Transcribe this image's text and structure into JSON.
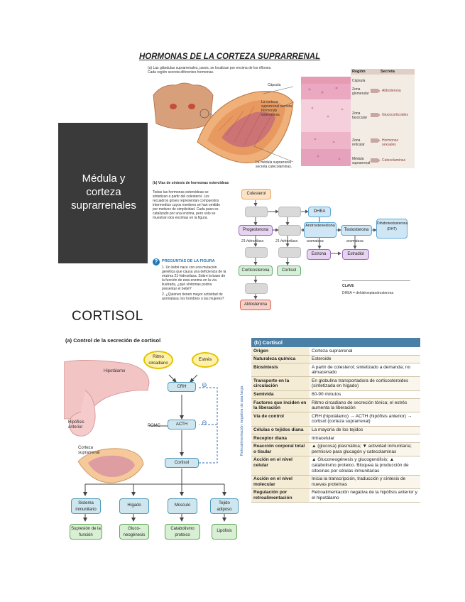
{
  "page_title": "HORMONAS DE LA CORTEZA SUPRARRENAL",
  "dark_box_text": "Médula y corteza suprarrenales",
  "section_heading": "CORTISOL",
  "fig_a_top": {
    "caption": "(a) Las glándulas suprarrenales, pares, se localizan por encima de los riñones. Cada región secreta diferentes hormonas.",
    "label_capsula": "Cápsula",
    "label_corteza": "La corteza suprarrenal secreta hormonas esteroideas.",
    "label_medula": "La médula suprarrenal secreta catecolaminas.",
    "table_headers": [
      "Región",
      "Secreta"
    ],
    "regions": [
      {
        "region": "Cápsula",
        "secreta": ""
      },
      {
        "region": "Zona glomerular",
        "secreta": "Aldosterona"
      },
      {
        "region": "Zona fascicular",
        "secreta": "Glucocorticoides"
      },
      {
        "region": "Zona reticular",
        "secreta": "Hormonas sexuales"
      },
      {
        "region": "Médula suprarrenal",
        "secreta": "Catecolaminas"
      }
    ]
  },
  "fig_b_top": {
    "caption": "(b) Vías de síntesis de hormonas esteroideas",
    "note": "Todas las hormonas esteroideas se sintetizan a partir del colesterol. Los recuadros grises representan compuestos intermedios cuyos nombres se han omitido por motivos de simplicidad. Cada paso es catalizado por una enzima, pero solo se muestran dos enzimas en la figura.",
    "nodes": {
      "colesterol": "Colesterol",
      "dhea": "DHEA",
      "progesterona": "Progesterona",
      "androstenediona": "Androstenediona",
      "testosterona": "Testosterona",
      "dht": "Dihidrotestosterona (DHT)",
      "estrona": "Estrona",
      "estradiol": "Estradiol",
      "corticosterona": "Corticosterona",
      "cortisol": "Cortisol",
      "aldosterona": "Aldosterona"
    },
    "enzymes": {
      "h21a": "21-hidroxilasa",
      "h21b": "21-hidroxilasa",
      "aromatasa1": "aromatasa",
      "aromatasa2": "aromatasa"
    },
    "key_label": "CLAVE",
    "key_text": "DHEA = dehidroepiandrosterona"
  },
  "questions": {
    "title": "PREGUNTAS DE LA FIGURA",
    "q1": "1. Un bebé nace con una mutación genética que causa una deficiencia de la enzima 21-hidroxilasa. Sobre la base de la función de esta enzima en la vía ilustrada, ¿qué síntomas podría presentar el bebé?",
    "q2": "2. ¿Quiénes tienen mayor actividad de aromatasa: los hombres o las mujeres?"
  },
  "fig_a_bottom": {
    "caption": "(a) Control de la secreción de cortisol",
    "ritmo": "Ritmo circadiano",
    "estres": "Estrés",
    "hipotalamo": "Hipotálamo",
    "hipofisis": "Hipófisis anterior",
    "pomc": "POMC",
    "corteza": "Corteza suprarrenal",
    "crh": "CRH",
    "acth": "ACTH",
    "cortisol": "Cortisol",
    "feedback": "Retroalimentación negativa de asa larga",
    "minus": "⊖",
    "targets": [
      "Sistema inmunitario",
      "Hígado",
      "Músculo",
      "Tejido adiposo"
    ],
    "effects": [
      "Supresión de la función",
      "Gluco-neogénesis",
      "Catabolismo proteico",
      "Lipólisis"
    ]
  },
  "table_b": {
    "title": "(b) Cortisol",
    "rows": [
      {
        "k": "Origen",
        "v": "Corteza suprarrenal"
      },
      {
        "k": "Naturaleza química",
        "v": "Esteroide"
      },
      {
        "k": "Biosíntesis",
        "v": "A partir de colesterol; sintetizado a demanda; no almacenado"
      },
      {
        "k": "Transporte en la circulación",
        "v": "En globulina transportadora de corticosteroides (sintetizada en hígado)"
      },
      {
        "k": "Semivida",
        "v": "60-90 minutos"
      },
      {
        "k": "Factores que inciden en la liberación",
        "v": "Ritmo circadiano de secreción tónica; el estrés aumenta la liberación"
      },
      {
        "k": "Vía de control",
        "v": "CRH (hipotálamo) → ACTH (hipófisis anterior) → cortisol (corteza suprarrenal)"
      },
      {
        "k": "Células o tejidos diana",
        "v": "La mayoría de los tejidos"
      },
      {
        "k": "Receptor diana",
        "v": "Intracelular"
      },
      {
        "k": "Reacción corporal total o tisular",
        "v": "▲ (glucosa) plasmática; ▼ actividad inmunitaria; permisivo para glucagón y catecolaminas"
      },
      {
        "k": "Acción en el nivel celular",
        "v": "▲ Gluconeogénesis y glucogenólisis; ▲ catabolismo proteico. Bloquea la producción de citocinas por células inmunitarias"
      },
      {
        "k": "Acción en el nivel molecular",
        "v": "Inicia la transcripción, traducción y síntesis de nuevas proteínas"
      },
      {
        "k": "Regulación por retroalimentación",
        "v": "Retroalimentación negativa de la hipófisis anterior y el hipotálamo"
      }
    ]
  }
}
